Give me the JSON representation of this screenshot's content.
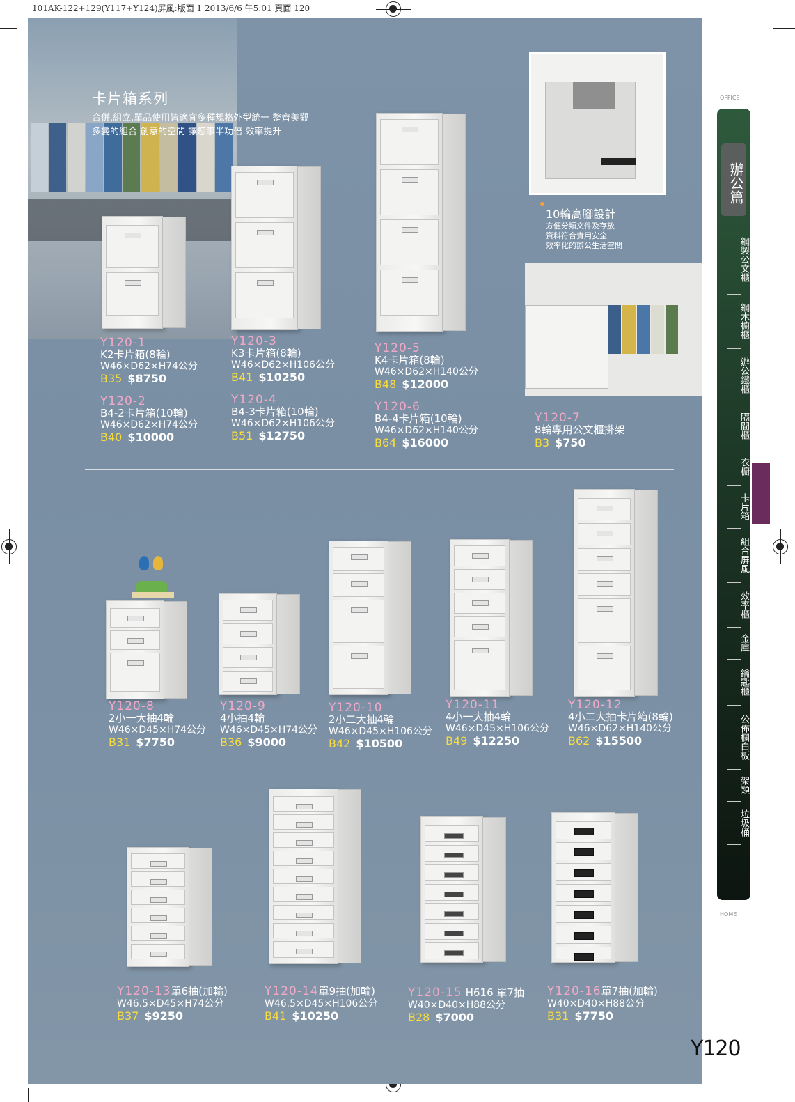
{
  "printline": "101AK-122+129(Y117+Y124)屏風:版面 1  2013/6/6    午5:01  頁面 120",
  "series": {
    "title": "卡片箱系列",
    "desc1": "合併.組立.單品使用皆適宜多種規格外型統一  整齊美觀",
    "desc2": "多變的組合  創意的空間  讓您事半功倍  效率提升"
  },
  "feature": {
    "heading": "10輪高腳設計",
    "lines": [
      "方便分類文件及存放",
      "資料符合實用安全",
      "效率化的辦公生活空間"
    ]
  },
  "products": [
    {
      "code": "Y120-1",
      "name": "K2卡片箱(8輪)",
      "dim": "W46×D62×H74公分",
      "b": "B35",
      "price": "$8750"
    },
    {
      "code": "Y120-2",
      "name": "B4-2卡片箱(10輪)",
      "dim": "W46×D62×H74公分",
      "b": "B40",
      "price": "$10000"
    },
    {
      "code": "Y120-3",
      "name": "K3卡片箱(8輪)",
      "dim": "W46×D62×H106公分",
      "b": "B41",
      "price": "$10250"
    },
    {
      "code": "Y120-4",
      "name": "B4-3卡片箱(10輪)",
      "dim": "W46×D62×H106公分",
      "b": "B51",
      "price": "$12750"
    },
    {
      "code": "Y120-5",
      "name": "K4卡片箱(8輪)",
      "dim": "W46×D62×H140公分",
      "b": "B48",
      "price": "$12000"
    },
    {
      "code": "Y120-6",
      "name": "B4-4卡片箱(10輪)",
      "dim": "W46×D62×H140公分",
      "b": "B64",
      "price": "$16000"
    },
    {
      "code": "Y120-7",
      "name": "8輪專用公文櫃掛架",
      "dim": "",
      "b": "B3",
      "price": "$750"
    },
    {
      "code": "Y120-8",
      "name": "2小一大抽4輪",
      "dim": "W46×D45×H74公分",
      "b": "B31",
      "price": "$7750"
    },
    {
      "code": "Y120-9",
      "name": "4小抽4輪",
      "dim": "W46×D45×H74公分",
      "b": "B36",
      "price": "$9000"
    },
    {
      "code": "Y120-10",
      "name": "2小二大抽4輪",
      "dim": "W46×D45×H106公分",
      "b": "B42",
      "price": "$10500"
    },
    {
      "code": "Y120-11",
      "name": "4小一大抽4輪",
      "dim": "W46×D45×H106公分",
      "b": "B49",
      "price": "$12250"
    },
    {
      "code": "Y120-12",
      "name": "4小二大抽卡片箱(8輪)",
      "dim": "W46×D62×H140公分",
      "b": "B62",
      "price": "$15500"
    },
    {
      "code": "Y120-13",
      "name": "單6抽(加輪)",
      "dim": "W46.5×D45×H74公分",
      "b": "B37",
      "price": "$9250"
    },
    {
      "code": "Y120-14",
      "name": "單9抽(加輪)",
      "dim": "W46.5×D45×H106公分",
      "b": "B41",
      "price": "$10250"
    },
    {
      "code": "Y120-15",
      "name": "H616 單7抽",
      "dim": "W40×D40×H88公分",
      "b": "B28",
      "price": "$7000"
    },
    {
      "code": "Y120-16",
      "name": "單7抽(加輪)",
      "dim": "W40×D40×H88公分",
      "b": "B31",
      "price": "$7750"
    }
  ],
  "sidebar": {
    "top_label": "OFFICE",
    "bottom_label": "HOME",
    "active": "辦公篇",
    "items": [
      "鋼製公文櫃",
      "鋼木櫥櫃",
      "辦公鐵櫃",
      "隔間櫃",
      "衣櫥",
      "卡片箱",
      "組合屏風",
      "效率櫃",
      "金庫",
      "鑰匙櫃",
      "公佈欄白板",
      "架類",
      "垃圾桶"
    ]
  },
  "page_code": "Y120",
  "colors": {
    "panel": "#7e93a8",
    "code": "#f0a9c6",
    "b_code": "#f8dc3f",
    "tab": "#6a2c5c",
    "sidebar": "#1f3b29"
  },
  "icons": [
    "registration-mark-icon",
    "bullet-pin-icon"
  ]
}
